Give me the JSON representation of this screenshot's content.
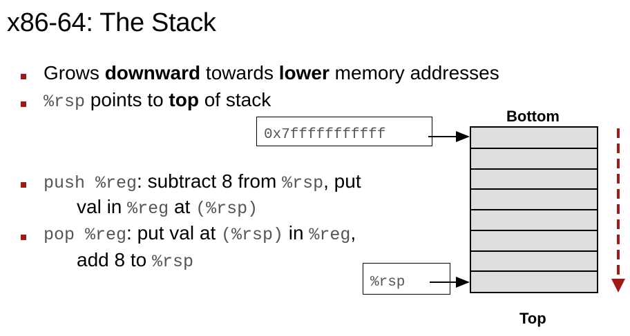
{
  "title": "x86-64: The Stack",
  "bullets": {
    "b1": {
      "t1": "Grows ",
      "t2": "downward",
      "t3": " towards ",
      "t4": "lower",
      "t5": " memory addresses"
    },
    "b2": {
      "t1": "%rsp",
      "t2": " points to ",
      "t3": "top",
      "t4": " of stack"
    },
    "b3": {
      "t1": "push %reg",
      "t2": ": subtract  8 from ",
      "t3": "%rsp",
      "t4": ", put"
    },
    "b3c": {
      "t1": "val in ",
      "t2": "%reg",
      "t3": " at ",
      "t4": "(%rsp)"
    },
    "b4": {
      "t1": "pop %reg",
      "t2": ": put val at ",
      "t3": "(%rsp)",
      "t4": " in ",
      "t5": "%reg",
      "t6": ","
    },
    "b4c": {
      "t1": "add 8 to ",
      "t2": "%rsp"
    }
  },
  "diagram": {
    "address_label": "0x7fffffffffff",
    "rsp_label": "%rsp",
    "bottom_label": "Bottom",
    "top_label": "Top",
    "slot_count": 8,
    "accent_color": "#a01a1a",
    "slot_fill": "#dedede"
  }
}
